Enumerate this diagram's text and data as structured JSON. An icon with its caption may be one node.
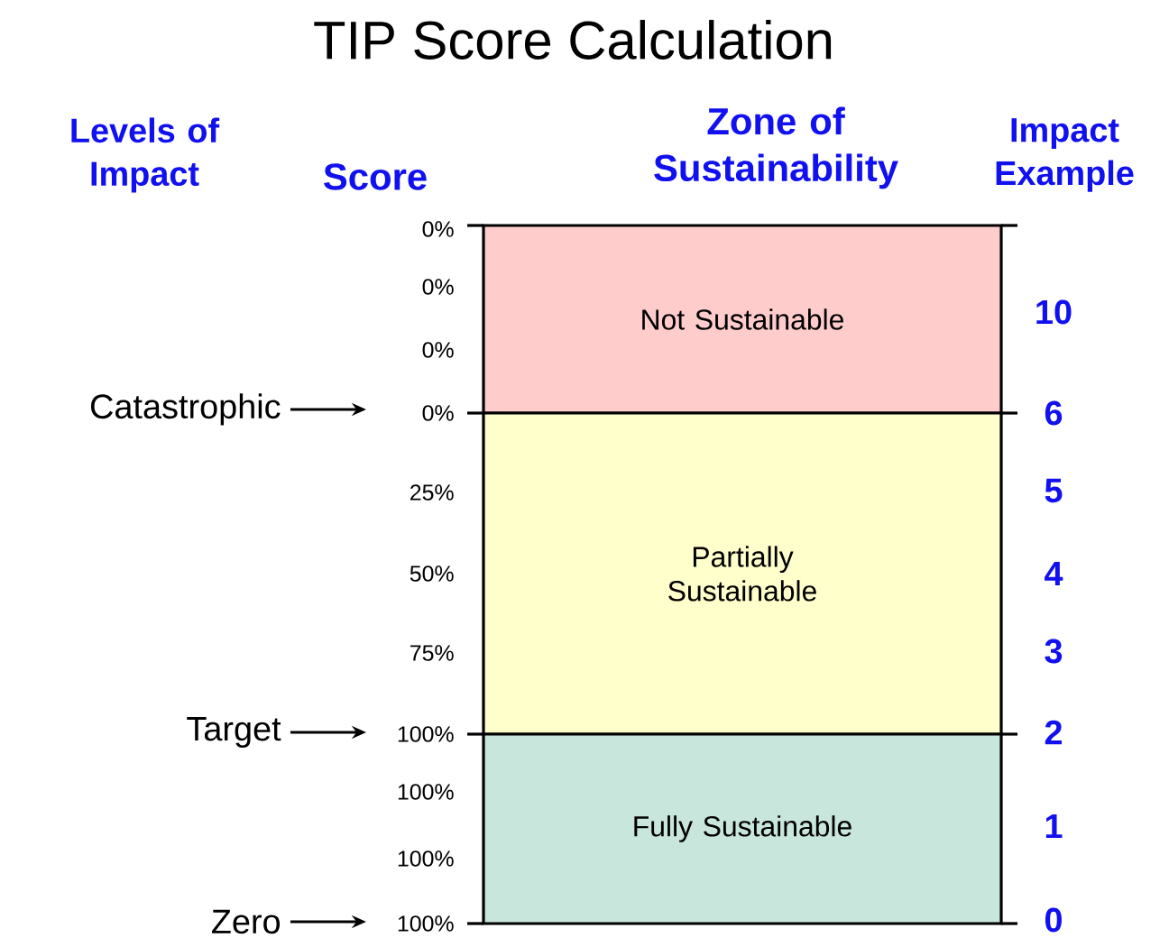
{
  "diagram": {
    "title": "TIP Score Calculation",
    "nodes": [
      {
        "text": [
          "Not Sustainable"
        ]
      },
      {
        "text": [
          "Partially Sustainable"
        ]
      },
      {
        "text": [
          "Fully Sustainable"
        ]
      },
      {
        "text": [
          "Catastrophic"
        ]
      },
      {
        "text": [
          "0%"
        ]
      },
      {
        "text": [
          "Target"
        ]
      },
      {
        "text": [
          "100%"
        ]
      },
      {
        "text": [
          "Zero"
        ]
      },
      {
        "text": [
          "100%"
        ]
      }
    ],
    "edges": [
      {
        "from": 3,
        "to": 4,
        "arrow": "to"
      },
      {
        "from": 5,
        "to": 6,
        "arrow": "to"
      },
      {
        "from": 7,
        "to": 8,
        "arrow": "to"
      }
    ],
    "labels": [
      "Levels of Impact",
      "Score",
      "Zone of Sustainability",
      "Impact Example",
      "0%",
      "0%",
      "0%",
      "25%",
      "50%",
      "75%",
      "100%",
      "100%",
      "10",
      "6",
      "5",
      "4",
      "3",
      "2",
      "1",
      "0"
    ]
  }
}
